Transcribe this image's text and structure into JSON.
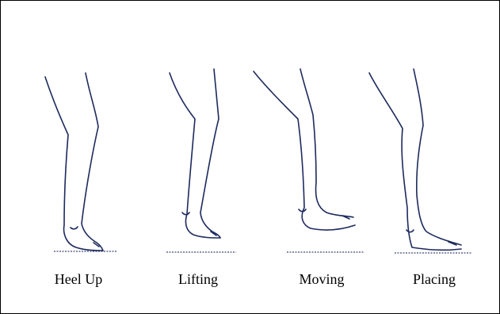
{
  "figure": {
    "phases": [
      {
        "label": "Heel Up"
      },
      {
        "label": "Lifting"
      },
      {
        "label": "Moving"
      },
      {
        "label": "Placing"
      }
    ]
  }
}
